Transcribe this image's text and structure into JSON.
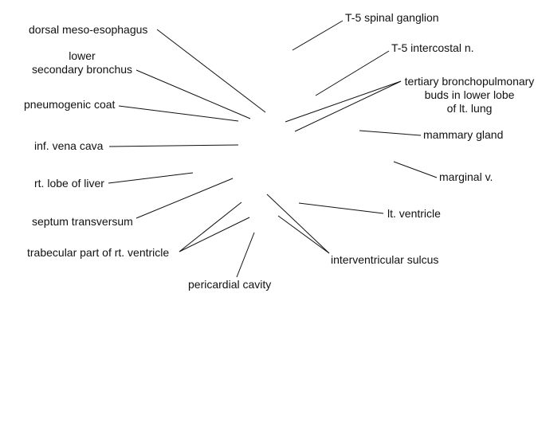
{
  "labels": {
    "dorsal_meso_esophagus": "dorsal meso-esophagus",
    "lower_secondary_bronchus_1": "lower",
    "lower_secondary_bronchus_2": "secondary bronchus",
    "pneumogenic_coat": "pneumogenic coat",
    "inf_vena_cava": "inf. vena cava",
    "rt_lobe_of_liver": "rt. lobe of liver",
    "septum_transversum": "septum transversum",
    "trabecular_part": "trabecular part of rt. ventricle",
    "pericardial_cavity": "pericardial cavity",
    "t5_spinal_ganglion": "T-5 spinal ganglion",
    "t5_intercostal_n": "T-5 intercostal n.",
    "tertiary_buds_1": "tertiary bronchopulmonary",
    "tertiary_buds_2": "buds in lower lobe",
    "tertiary_buds_3": "of lt. lung",
    "mammary_gland": "mammary gland",
    "marginal_v": "marginal v.",
    "lt_ventricle": "lt. ventricle",
    "interventricular_sulcus": "interventricular sulcus"
  }
}
